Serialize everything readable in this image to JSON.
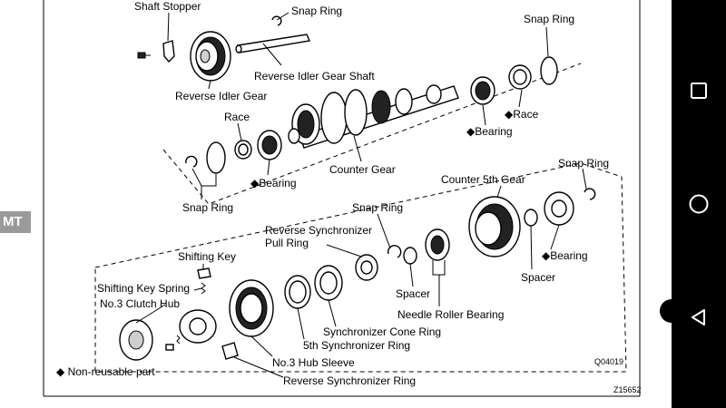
{
  "side_tab": "MT",
  "diagram": {
    "labels": {
      "shaft_stopper": "Shaft Stopper",
      "snap_ring_top": "Snap Ring",
      "reverse_idler_gear_shaft": "Reverse Idler Gear Shaft",
      "reverse_idler_gear": "Reverse Idler Gear",
      "snap_ring_right_top": "Snap Ring",
      "race_right": "◆Race",
      "bearing_right": "◆Bearing",
      "race_mid": "Race",
      "bearing_mid": "◆Bearing",
      "counter_gear": "Counter Gear",
      "snap_ring_left": "Snap Ring",
      "counter_5th_gear": "Counter 5th Gear",
      "snap_ring_far_right": "Snap Ring",
      "snap_ring_center": "Snap Ring",
      "reverse_synchronizer_pull_ring": "Reverse Synchronizer Pull Ring",
      "shifting_key": "Shifting Key",
      "shifting_key_spring": "Shifting Key Spring",
      "no3_clutch_hub": "No.3 Clutch Hub",
      "spacer_center": "Spacer",
      "spacer_right": "Spacer",
      "bearing_lower_right": "◆Bearing",
      "needle_roller_bearing": "Needle Roller Bearing",
      "synchronizer_cone_ring": "Synchronizer Cone Ring",
      "fifth_synchronizer_ring": "5th Synchronizer Ring",
      "no3_hub_sleeve": "No.3 Hub Sleeve",
      "reverse_synchronizer_ring": "Reverse Synchronizer Ring"
    },
    "legend": "◆  Non-reusable part",
    "figure_code": "Q04019",
    "ref_code": "Z15652"
  },
  "nav": {
    "recents_icon": "square-icon",
    "home_icon": "circle-icon",
    "back_icon": "triangle-icon"
  }
}
